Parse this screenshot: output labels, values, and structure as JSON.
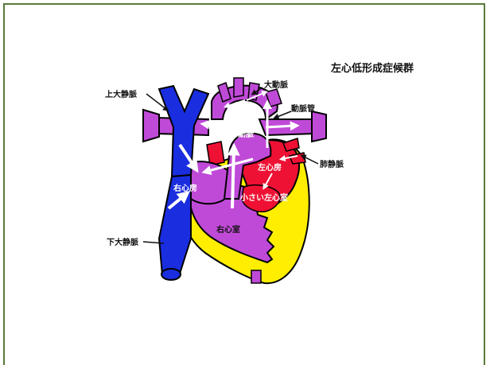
{
  "title": "左心低形成症候群",
  "labels": {
    "svc": "上大静脈",
    "aorta": "大動脈",
    "ductus": "動脈管",
    "pulmonary_artery": "肺動脈",
    "left_atrium": "左心房",
    "pulmonary_vein": "肺静脈",
    "right_atrium": "右心房",
    "small_left_ventricle": "小さい左心室",
    "right_ventricle": "右心室",
    "ivc": "下大静脈"
  },
  "colors": {
    "vein": "#1a2ee0",
    "artery_pulmonary": "#c04ad8",
    "left_heart": "#ee1133",
    "ventricle_wall": "#ffee00",
    "right_ventricle": "#c04ad8",
    "frame": "#5a7a3a"
  }
}
